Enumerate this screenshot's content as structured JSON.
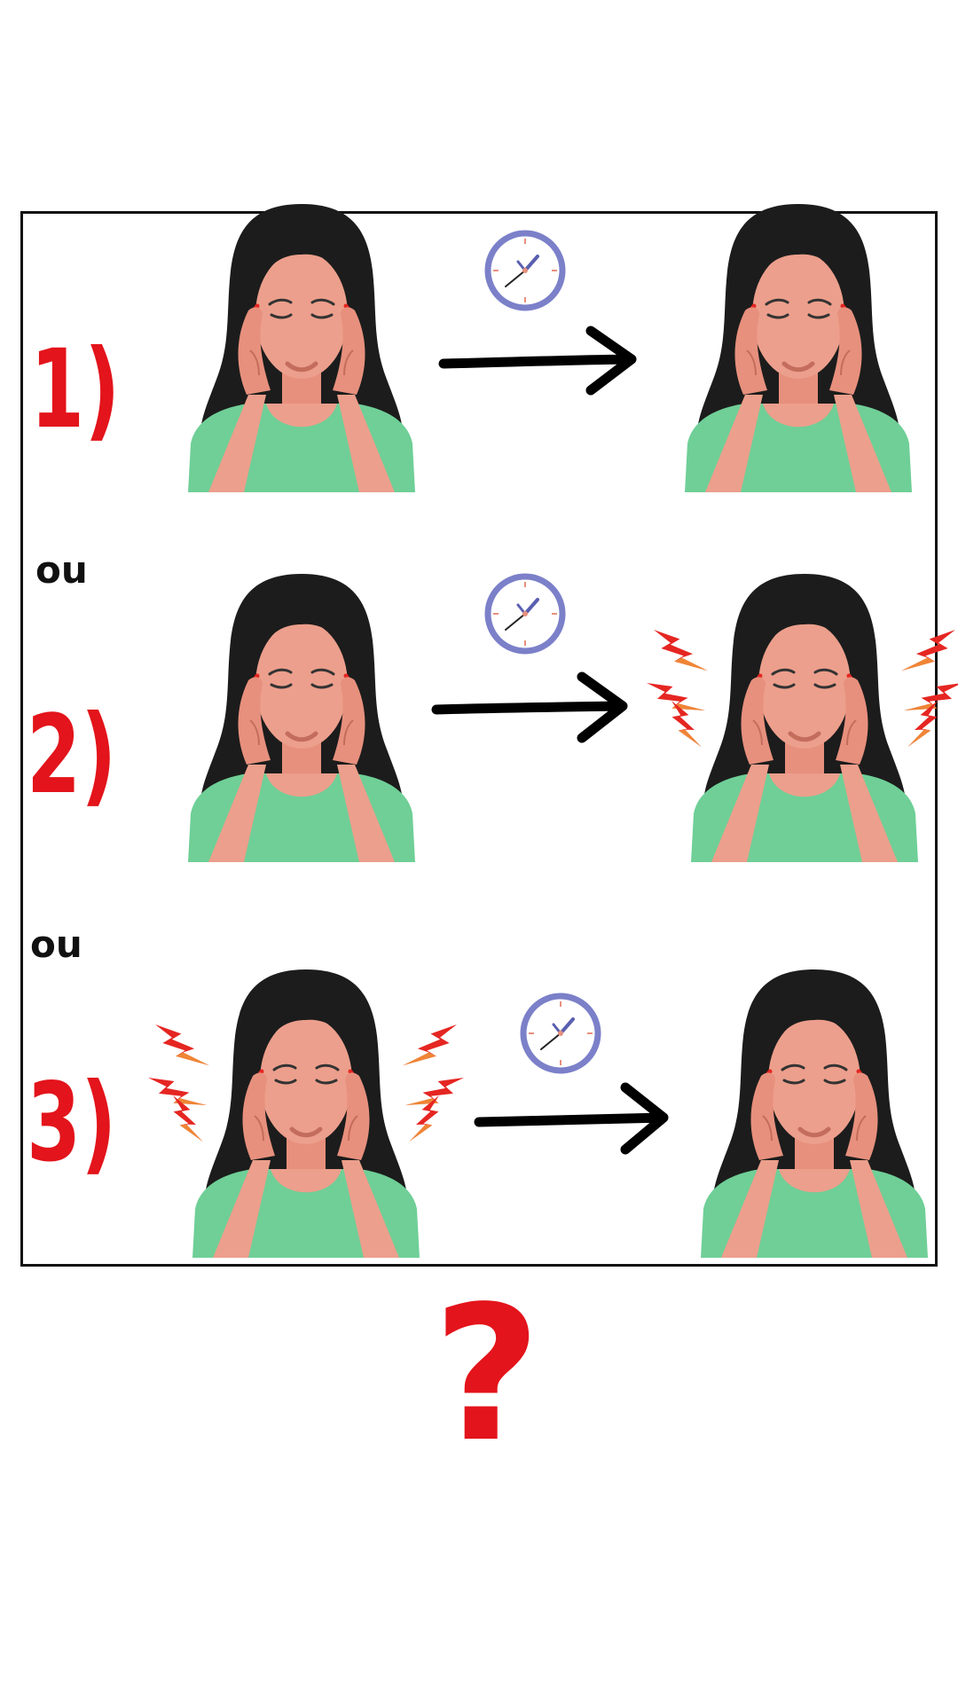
{
  "rows": [
    {
      "label": "1)",
      "before": "calm",
      "after": "calm"
    },
    {
      "label": "2)",
      "before": "calm",
      "after": "intense"
    },
    {
      "label": "3)",
      "before": "intense",
      "after": "calm"
    }
  ],
  "separator": "ou",
  "question": "?",
  "icons": [
    "woman-headache-figure",
    "clock-icon",
    "arrow-right-icon",
    "pain-lightning-icon"
  ],
  "colors": {
    "label_red": "#e3141b",
    "hair": "#1c1c1c",
    "skin": "#ec9f8c",
    "shirt": "#6fcf97",
    "clock_ring": "#7b80c9",
    "lightning": "#e52622"
  }
}
